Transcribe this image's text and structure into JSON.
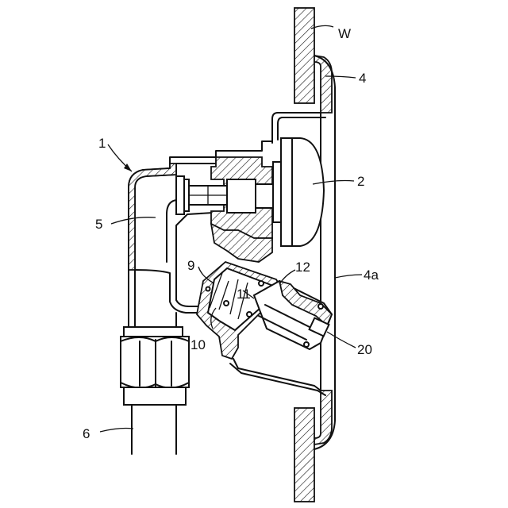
{
  "labels": {
    "wall": "W",
    "outer_cover": "4",
    "cover_face": "4a",
    "faucet_body": "1",
    "handle": "2",
    "inlet_pipe": "5",
    "supply_pipe": "6",
    "part_9": "9",
    "part_10": "10",
    "part_11": "11",
    "part_12": "12",
    "cartridge": "20"
  }
}
